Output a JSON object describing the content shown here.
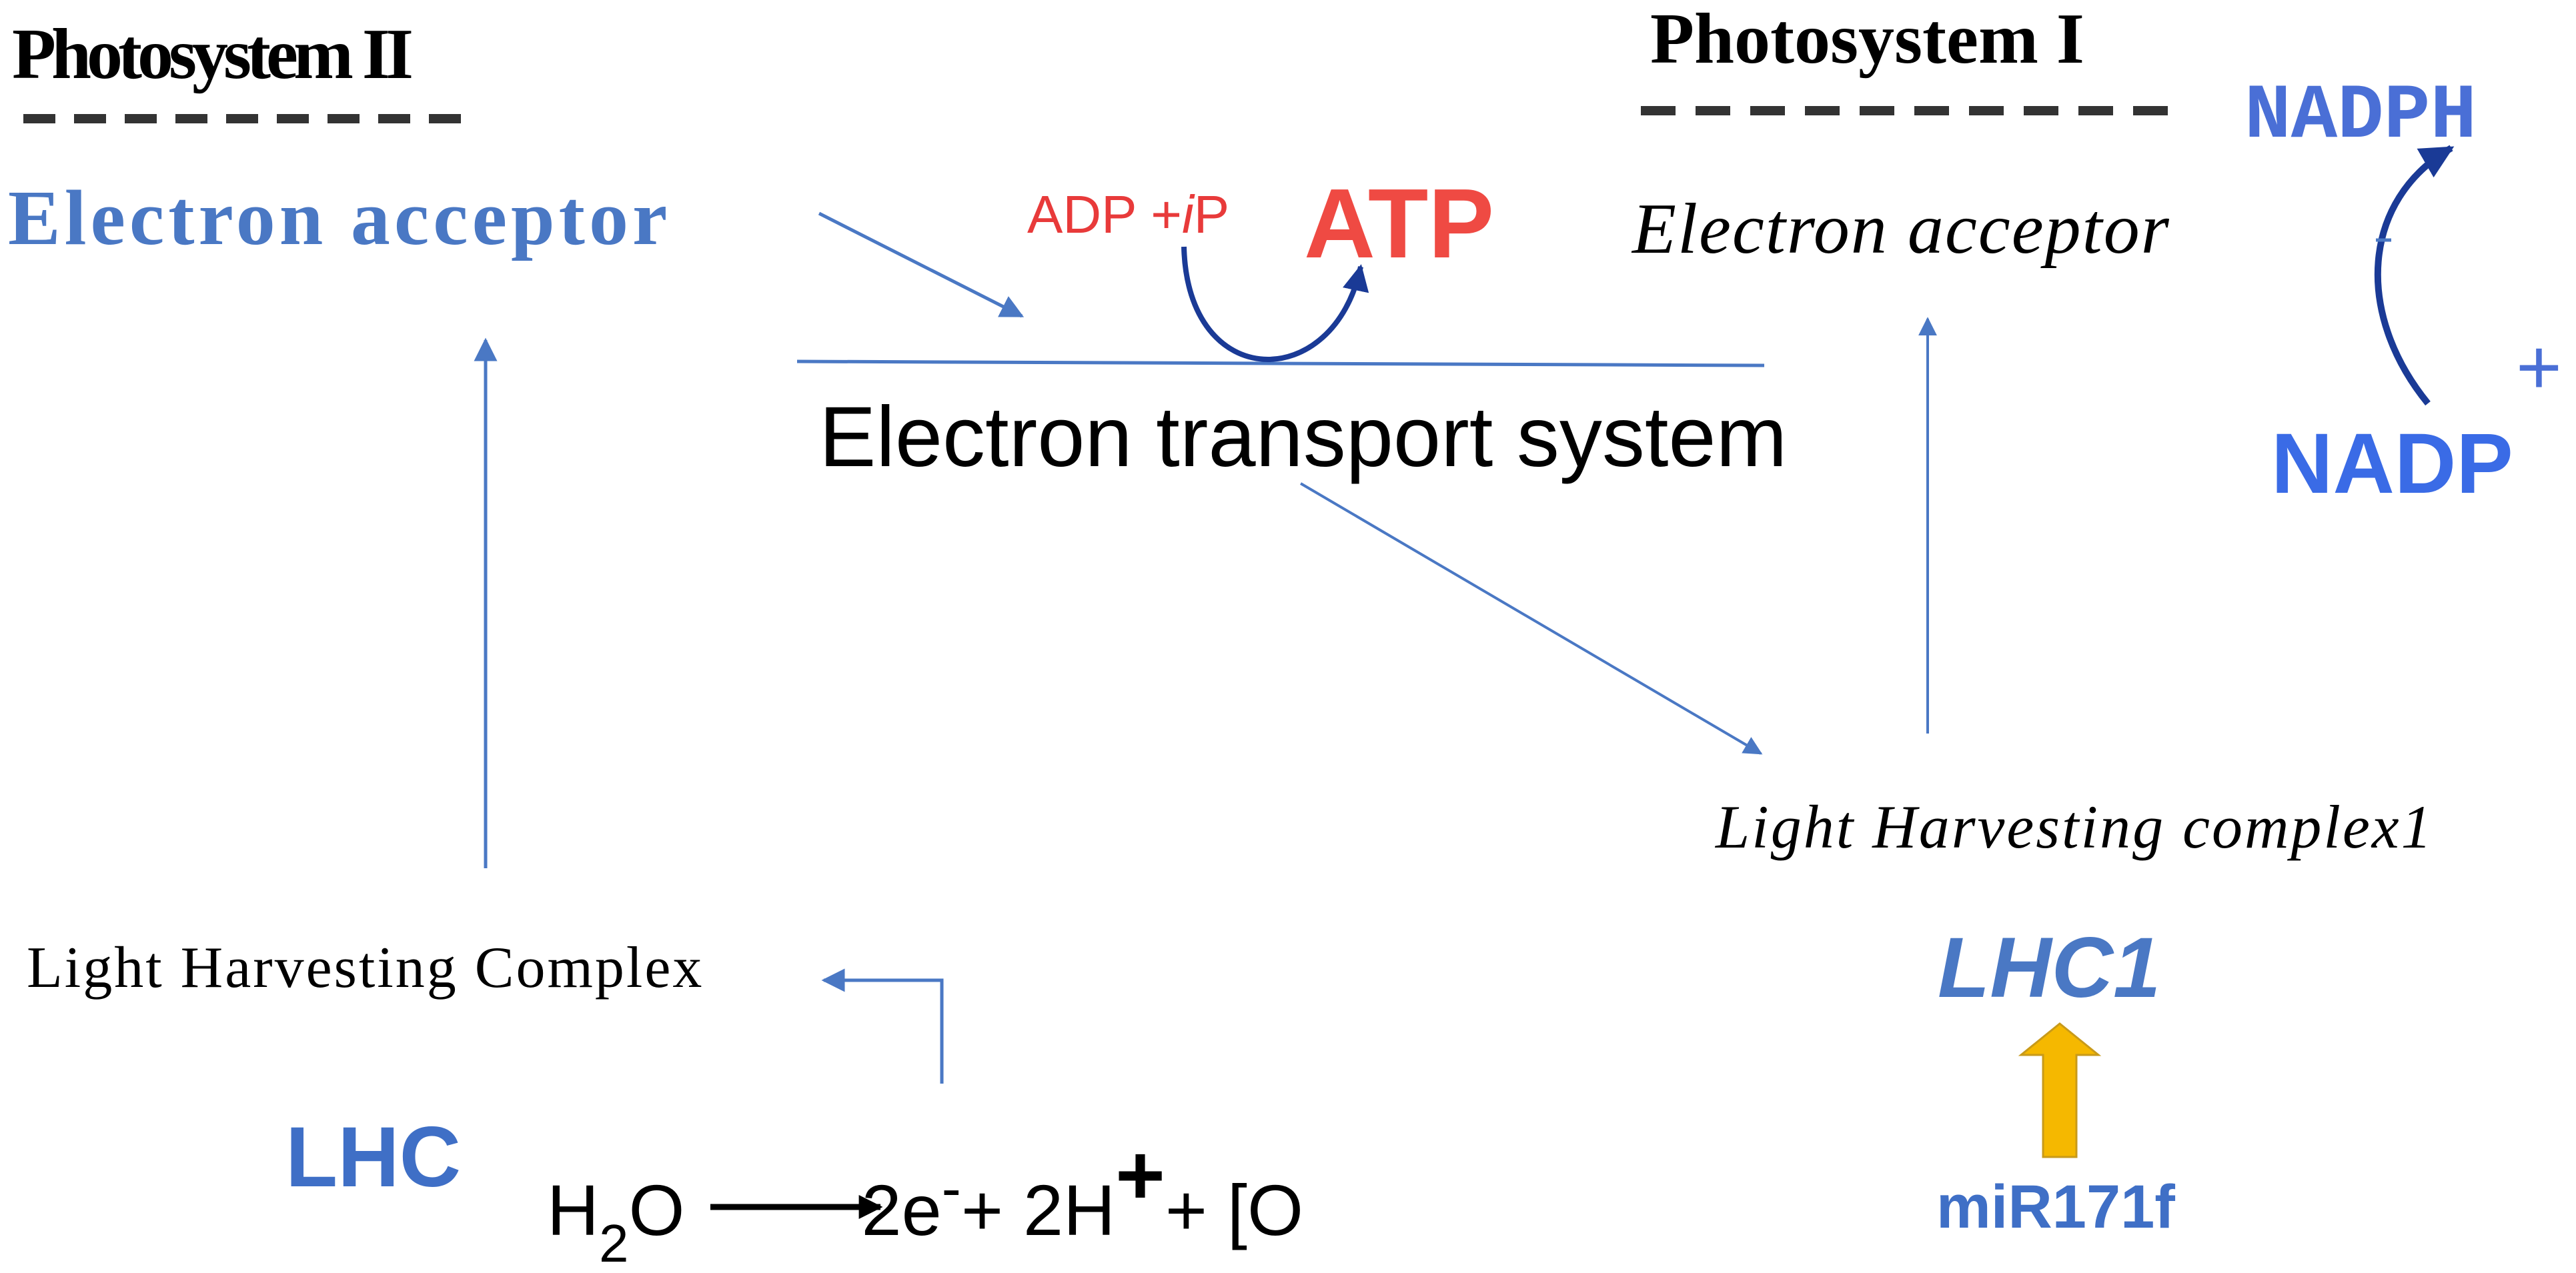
{
  "photosystem_ii": {
    "title": "Photosystem II",
    "electron_acceptor": "Electron acceptor",
    "light_harvesting_complex": "Light Harvesting Complex",
    "lhc": "LHC"
  },
  "photosystem_i": {
    "title": "Photosystem I",
    "electron_acceptor": "Electron acceptor",
    "light_harvesting_complex": "Light Harvesting complex1",
    "lhc": "LHC1",
    "mirna": "miR171f"
  },
  "atp_synthesis": {
    "reactants": "ADP +",
    "reactant_italic": "i",
    "reactant_p": "P",
    "product": "ATP"
  },
  "electron_transport_system": "Electron transport system",
  "nadp_reduction": {
    "product": "NADPH",
    "reactant": "NADP",
    "charge": "+"
  },
  "water_splitting": {
    "h": "H",
    "h_subscript": "2",
    "o": "O",
    "electrons": "2e",
    "electron_charge": "-",
    "plus1": "+ 2H",
    "proton_charge": "+",
    "plus2": "+ [O"
  },
  "colors": {
    "arrow_blue": "#4a78c4",
    "dark_blue": "#1a3a96",
    "atp_red": "#ef4a43",
    "mirna_arrow_fill": "#f5b800",
    "mirna_arrow_stroke": "#c89a1a"
  }
}
